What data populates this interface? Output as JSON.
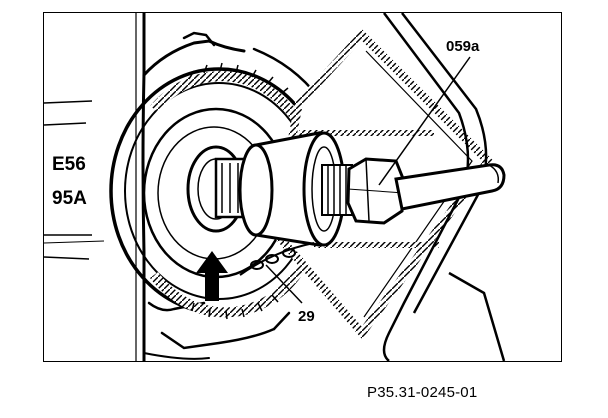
{
  "figure": {
    "callouts": {
      "tool": "059a",
      "part": "29"
    },
    "partial_labels": {
      "line1": "E56",
      "line2": "95A"
    },
    "reference_code": "P35.31-0245-01",
    "colors": {
      "ink": "#000000",
      "paper": "#ffffff"
    },
    "icons": {
      "direction_arrow": "up-arrow-icon"
    }
  }
}
